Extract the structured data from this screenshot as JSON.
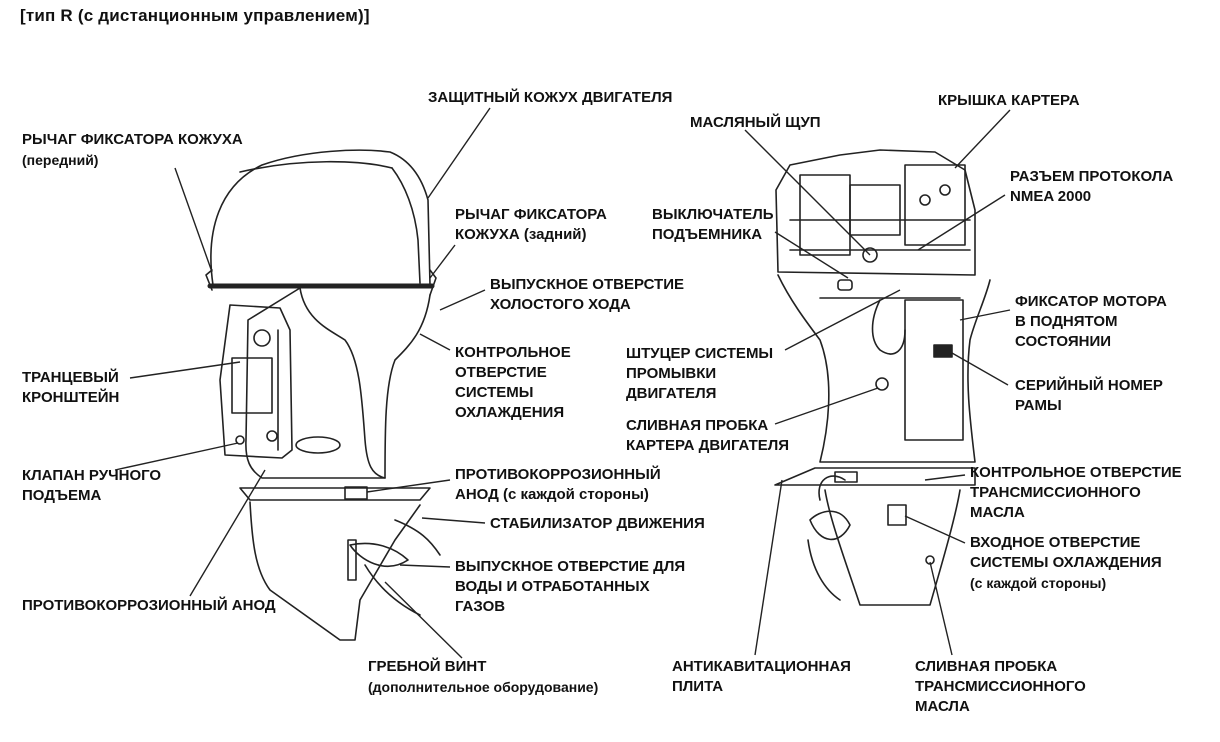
{
  "title": "[тип R (с дистанционным управлением)]",
  "left": {
    "cover": [
      "ЗАЩИТНЫЙ КОЖУХ ДВИГАТЕЛЯ"
    ],
    "front_lever": [
      "РЫЧАГ ФИКСАТОРА КОЖУХА",
      "(передний)"
    ],
    "rear_lever": [
      "РЫЧАГ ФИКСАТОРА",
      "КОЖУХА (задний)"
    ],
    "idle_port": [
      "ВЫПУСКНОЕ ОТВЕРСТИЕ",
      "ХОЛОСТОГО ХОДА"
    ],
    "check_hole": [
      "КОНТРОЛЬНОЕ",
      "ОТВЕРСТИЕ",
      "СИСТЕМЫ",
      "ОХЛАЖДЕНИЯ"
    ],
    "transom": [
      "ТРАНЦЕВЫЙ",
      "КРОНШТЕЙН"
    ],
    "tilt_valve": [
      "КЛАПАН РУЧНОГО",
      "ПОДЪЕМА"
    ],
    "anode_side": [
      "ПРОТИВОКОРРОЗИОННЫЙ",
      "АНОД (с каждой стороны)"
    ],
    "trim_tab": [
      "СТАБИЛИЗАТОР ДВИЖЕНИЯ"
    ],
    "exhaust": [
      "ВЫПУСКНОЕ ОТВЕРСТИЕ ДЛЯ",
      "ВОДЫ И ОТРАБОТАННЫХ",
      "ГАЗОВ"
    ],
    "anode": [
      "ПРОТИВОКОРРОЗИОННЫЙ АНОД"
    ],
    "propeller": [
      "ГРЕБНОЙ ВИНТ",
      "(дополнительное оборудование)"
    ]
  },
  "right": {
    "dipstick": [
      "МАСЛЯНЫЙ ЩУП"
    ],
    "crank_cover": [
      "КРЫШКА КАРТЕРА"
    ],
    "nmea": [
      "РАЗЪЕМ ПРОТОКОЛА",
      "NMEA 2000"
    ],
    "tilt_switch": [
      "ВЫКЛЮЧАТЕЛЬ",
      "ПОДЪЕМНИКА"
    ],
    "tilt_lock": [
      "ФИКСАТОР МОТОРА",
      "В ПОДНЯТОМ",
      "СОСТОЯНИИ"
    ],
    "flush": [
      "ШТУЦЕР СИСТЕМЫ",
      "ПРОМЫВКИ",
      "ДВИГАТЕЛЯ"
    ],
    "serial": [
      "СЕРИЙНЫЙ НОМЕР",
      "РАМЫ"
    ],
    "oil_drain": [
      "СЛИВНАЯ ПРОБКА",
      "КАРТЕРА ДВИГАТЕЛЯ"
    ],
    "gear_check": [
      "КОНТРОЛЬНОЕ ОТВЕРСТИЕ",
      "ТРАНСМИССИОННОГО",
      "МАСЛА"
    ],
    "water_intake": [
      "ВХОДНОЕ ОТВЕРСТИЕ",
      "СИСТЕМЫ ОХЛАЖДЕНИЯ",
      "(с каждой стороны)"
    ],
    "anti_cav": [
      "АНТИКАВИТАЦИОННАЯ",
      "ПЛИТА"
    ],
    "gear_drain": [
      "СЛИВНАЯ ПРОБКА",
      "ТРАНСМИССИОННОГО",
      "МАСЛА"
    ]
  }
}
